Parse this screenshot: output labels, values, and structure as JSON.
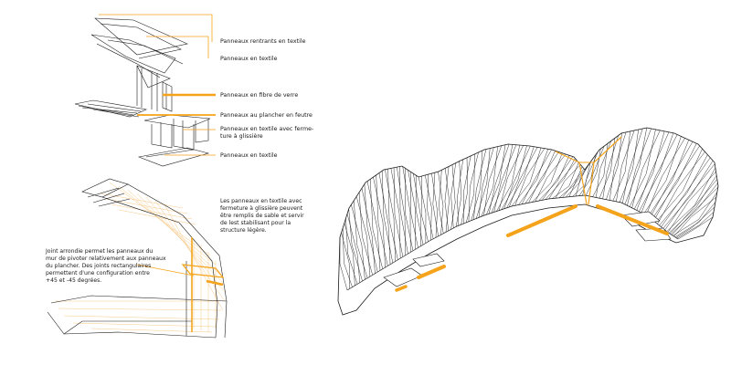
{
  "colors": {
    "accent": "#f5a31a",
    "accent_light": "#f7c98a",
    "line": "#1a1a1a",
    "background": "#ffffff"
  },
  "legend_labels": [
    "Panneaux rentrants en textile",
    "Panneaux en textile",
    "Panneaux en fibre de verre",
    "Panneaux au plancher en feutre",
    "Panneaux en textile avec ferme-\nture à glissière",
    "Panneaux en textile"
  ],
  "notes": {
    "left": [
      "Joint arrondie permet les panneaux du",
      "mur de pivoter relativement aux panneaux",
      "du plancher. Des joints rectangulaires",
      "permettent d'une configuration entre",
      "+45 et -45 degrées."
    ],
    "right": [
      "Les panneaux en textile avec",
      "fermeture à glissière peuvent",
      "être remplis de sable et servir",
      "de lest stabilisant pour la",
      "structure légère."
    ]
  }
}
